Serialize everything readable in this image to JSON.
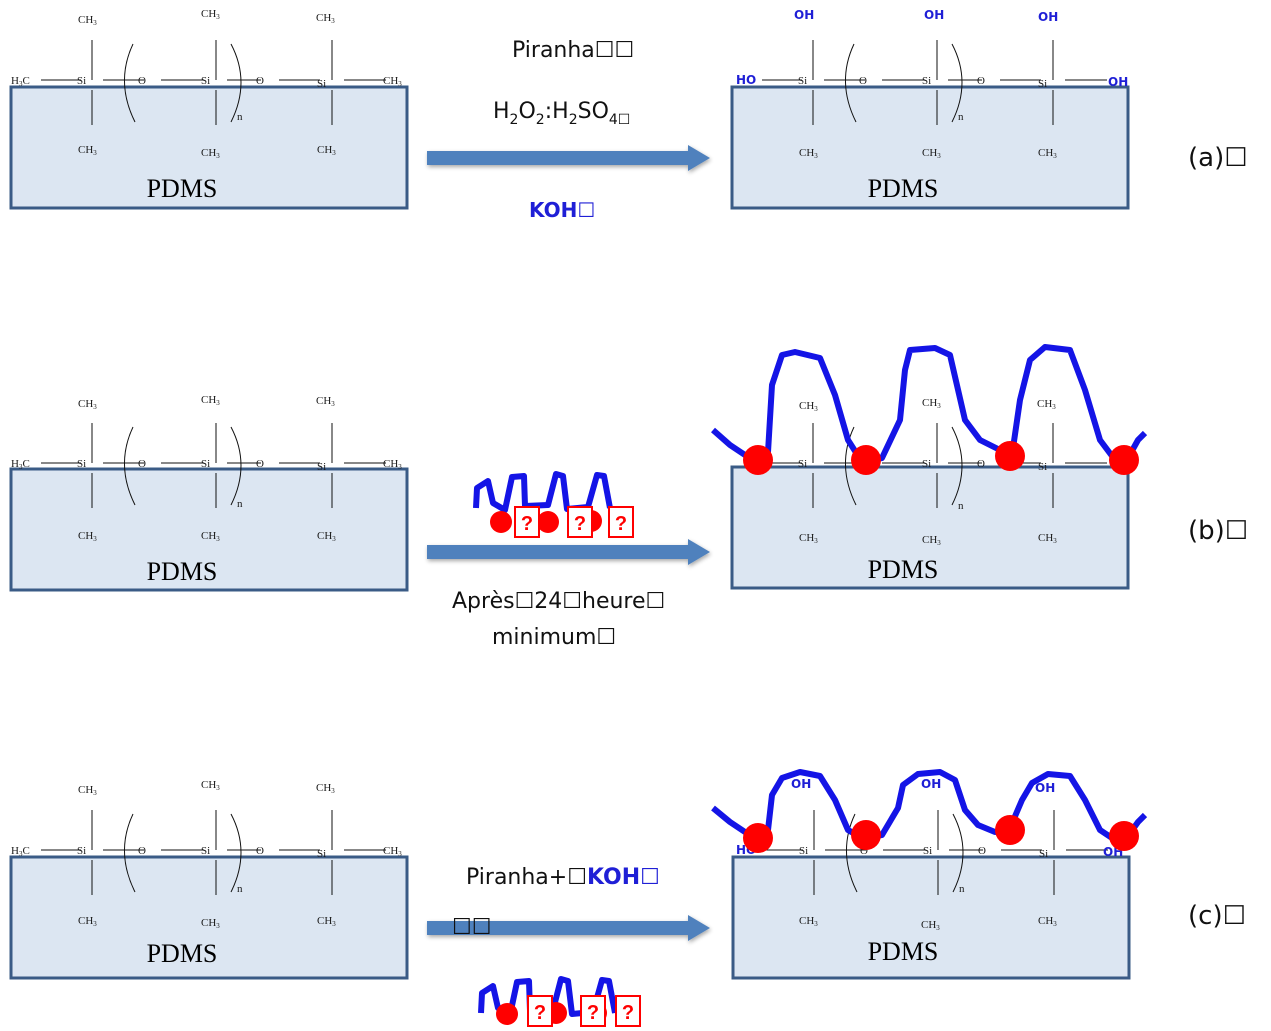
{
  "substrate_label": "PDMS",
  "chem": {
    "ch3": "CH",
    "sub3": "3",
    "si": "Si",
    "o": "O",
    "n": "n",
    "h3c_h": "H",
    "h3c_c": "C"
  },
  "hydroxyl": {
    "oh": "OH",
    "ho": "HO"
  },
  "colors": {
    "substrate_fill": "#dce6f2",
    "substrate_stroke": "#3a5b86",
    "arrow": "#4f81bd",
    "polymer": "#1414e6",
    "bead": "#ff0000",
    "oh_text": "#1f1fd6"
  },
  "panel_a": {
    "step1": "Piranha☐☐",
    "reagent_h": "H",
    "reagent_2a": "2",
    "reagent_o": "O",
    "reagent_2b": "2",
    "reagent_mid": ":H",
    "reagent_2c": "2",
    "reagent_so": "SO",
    "reagent_4": "4☐",
    "koh": "KOH☐",
    "label": "(a)☐"
  },
  "panel_b": {
    "line1": "Après☐24☐heure☐",
    "line2": "minimum☐",
    "label": "(b)☐"
  },
  "panel_c": {
    "piranha": "Piranha+☐",
    "koh": "KOH☐",
    "box": "☐☐",
    "label": "(c)☐"
  },
  "missing_glyph": "?"
}
